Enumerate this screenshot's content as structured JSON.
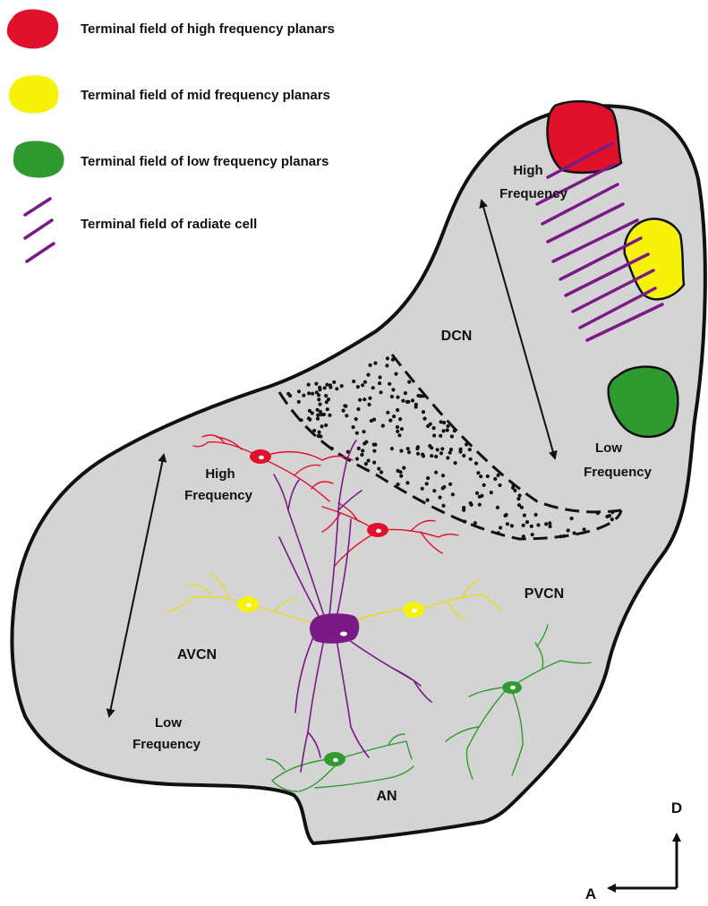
{
  "legend": {
    "items": [
      {
        "label": "Terminal field of high frequency planars",
        "color": "#e0112b",
        "icon": "red-blob-icon"
      },
      {
        "label": "Terminal field of mid frequency planars",
        "color": "#f7f20a",
        "icon": "yellow-blob-icon"
      },
      {
        "label": "Terminal field of low frequency planars",
        "color": "#2f9a2f",
        "icon": "green-blob-icon"
      },
      {
        "label": "Terminal field of radiate cell",
        "color": "#7a1a86",
        "icon": "purple-hatch-icon"
      }
    ]
  },
  "regions": {
    "dcn": "DCN",
    "pvcn": "PVCN",
    "avcn": "AVCN",
    "an": "AN"
  },
  "dcn_axis": {
    "high_line1": "High",
    "high_line2": "Frequency",
    "low_line1": "Low",
    "low_line2": "Frequency"
  },
  "vcn_axis": {
    "high_line1": "High",
    "high_line2": "Frequency",
    "low_line1": "Low",
    "low_line2": "Frequency"
  },
  "orientation": {
    "dorsal": "D",
    "anterior": "A"
  },
  "colors": {
    "nucleus_fill": "#d4d4d4",
    "high_planar": "#e0112b",
    "mid_planar": "#f7f20a",
    "low_planar": "#2f9a2f",
    "radiate": "#7a1a86"
  }
}
